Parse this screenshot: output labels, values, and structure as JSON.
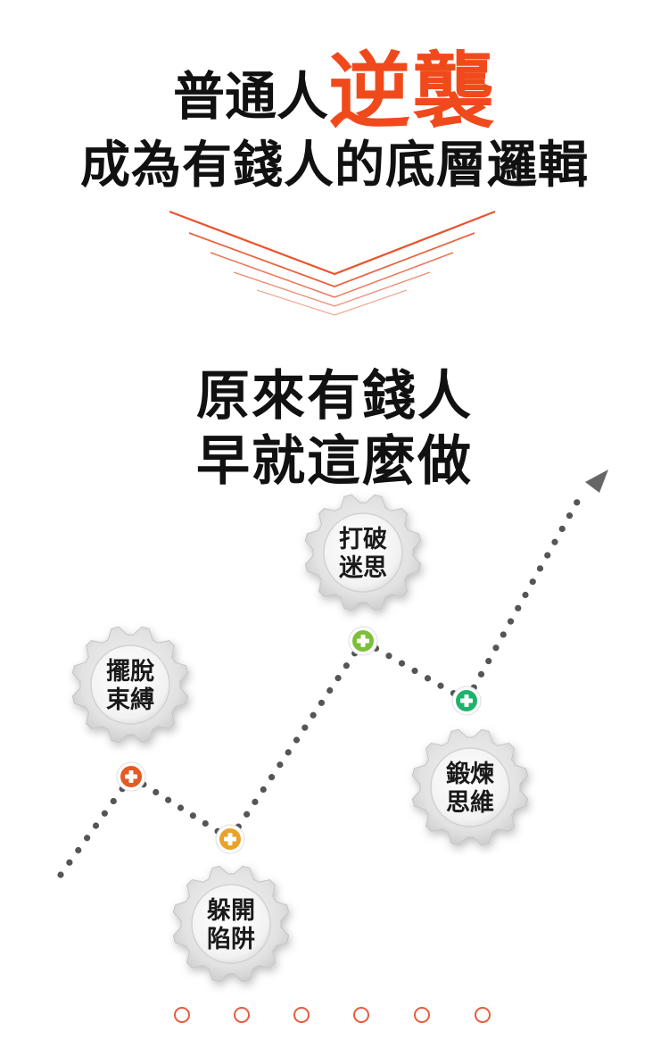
{
  "title": {
    "line1_prefix": "普通人",
    "line1_highlight": "逆襲",
    "line2": "成為有錢人的底層邏輯"
  },
  "heading": {
    "line1": "原來有錢人",
    "line2": "早就這麼做"
  },
  "gears": [
    {
      "line1": "擺脫",
      "line2": "束縛"
    },
    {
      "line1": "躲開",
      "line2": "陷阱"
    },
    {
      "line1": "打破",
      "line2": "迷思"
    },
    {
      "line1": "鍛煉",
      "line2": "思維"
    }
  ],
  "markers": [
    {
      "color": "#e45a25"
    },
    {
      "color": "#eaa22a"
    },
    {
      "color": "#7cc03a"
    },
    {
      "color": "#1db36b"
    }
  ],
  "colors": {
    "accent": "#f04a1c",
    "chevron": "#e8532b",
    "dotted_line": "#555555",
    "pagination": "#e85c3c"
  },
  "icons": {
    "marker": "plus-circle-icon",
    "arrow": "triangle-arrow-icon",
    "gear": "gear-icon"
  },
  "pagination": {
    "count": 6
  }
}
